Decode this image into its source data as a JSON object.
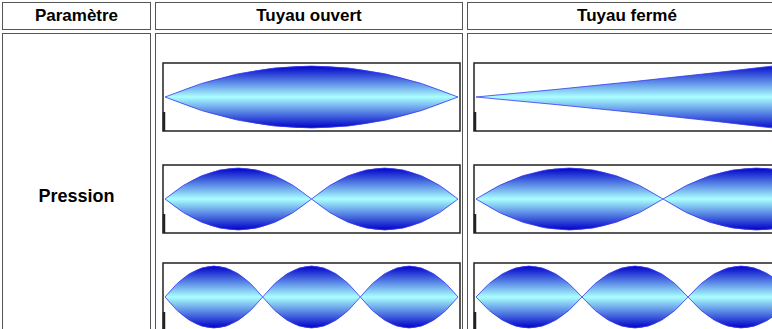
{
  "diagram": {
    "labels": [
      "Paramètre",
      "Tuyau ouvert",
      "Tuyau fermé",
      "Pression"
    ]
  }
}
